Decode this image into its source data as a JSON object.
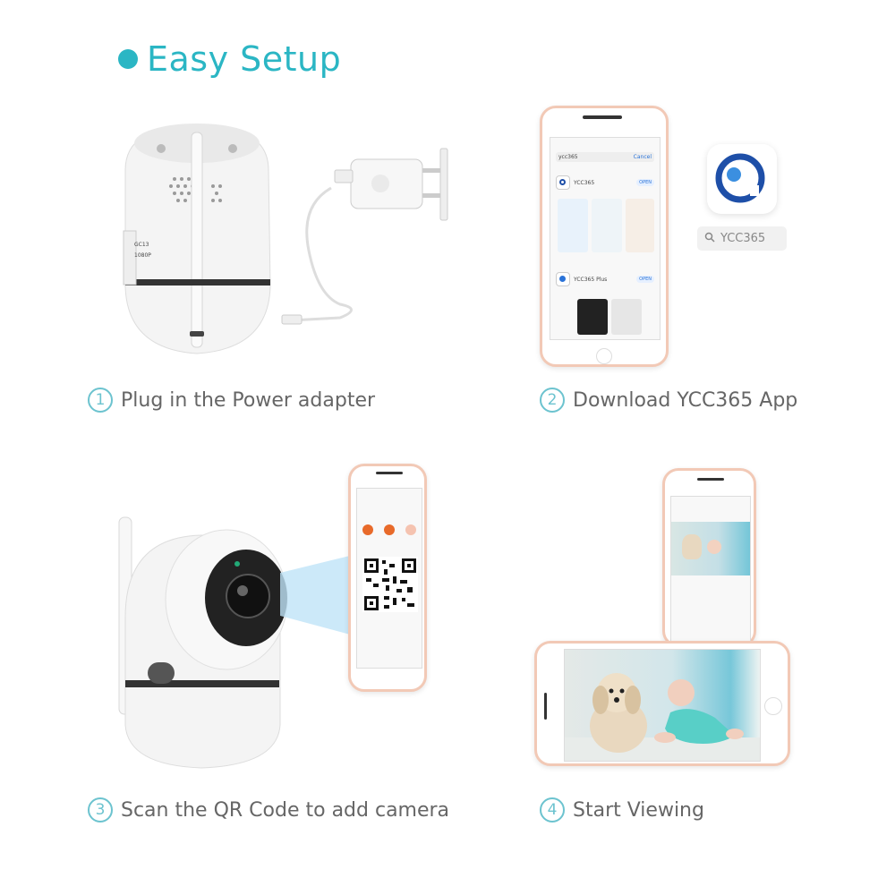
{
  "header": {
    "title": "Easy Setup"
  },
  "steps": [
    {
      "num": "1",
      "text": "Plug in the Power adapter"
    },
    {
      "num": "2",
      "text": "Download YCC365 App"
    },
    {
      "num": "3",
      "text": "Scan the QR Code to add camera"
    },
    {
      "num": "4",
      "text": "Start Viewing"
    }
  ],
  "app_store": {
    "search_query": "ycc365",
    "cancel": "Cancel",
    "apps": [
      {
        "name": "YCC365",
        "button": "OPEN"
      },
      {
        "name": "YCC365 Plus",
        "button": "OPEN"
      }
    ]
  },
  "search_badge": {
    "label": "YCC365",
    "icon": "search-icon"
  },
  "camera_label": {
    "line1": "GC13",
    "line2": "1080P"
  },
  "colors": {
    "accent": "#2bb6c4",
    "phone_frame": "#f2c9b6",
    "app_icon_blue": "#1e4fa8"
  }
}
